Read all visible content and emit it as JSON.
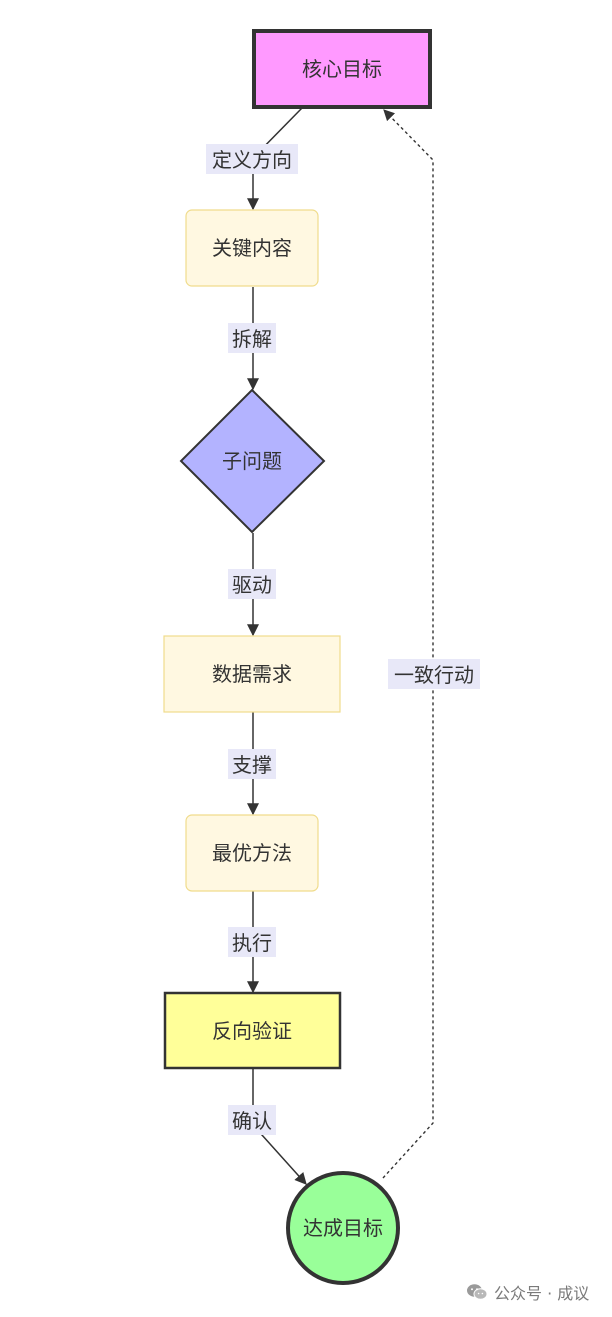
{
  "diagram": {
    "nodes": {
      "core_goal": "核心目标",
      "key_content": "关键内容",
      "sub_problem": "子问题",
      "data_needs": "数据需求",
      "best_method": "最优方法",
      "reverse_verify": "反向验证",
      "achieve_goal": "达成目标"
    },
    "edges": {
      "define_direction": "定义方向",
      "decompose": "拆解",
      "drive": "驱动",
      "support": "支撑",
      "execute": "执行",
      "confirm": "确认",
      "consistent_action": "一致行动"
    },
    "colors": {
      "core_goal_fill": "#ff99ff",
      "key_content_fill": "#fff8e1",
      "sub_problem_fill": "#b3b3ff",
      "data_needs_fill": "#fff8e1",
      "best_method_fill": "#fff8e1",
      "reverse_verify_fill": "#ffff99",
      "achieve_goal_fill": "#99ff99",
      "edge_label_bg": "#e8e8f8",
      "line": "#333333"
    }
  },
  "watermark": {
    "icon": "wechat-icon",
    "text": "公众号 · 成议"
  }
}
